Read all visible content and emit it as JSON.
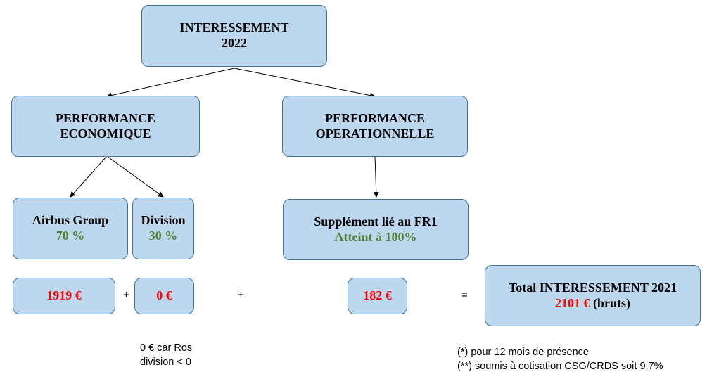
{
  "top": {
    "line1": "INTERESSEMENT",
    "line2": "2022"
  },
  "perf_eco": {
    "line1": "PERFORMANCE",
    "line2": "ECONOMIQUE"
  },
  "perf_op": {
    "line1": "PERFORMANCE",
    "line2": "OPERATIONNELLE"
  },
  "airbus": {
    "label": "Airbus Group",
    "pct": "70 %"
  },
  "division": {
    "label": "Division",
    "pct": "30 %"
  },
  "fr1": {
    "label": "Supplément lié au FR1",
    "status": "Atteint à 100%"
  },
  "amounts": {
    "airbus": "1919 €",
    "division": "0 €",
    "fr1": "182 €"
  },
  "operators": {
    "plus1": "+",
    "plus2": "+",
    "equals": "="
  },
  "total": {
    "label": "Total INTERESSEMENT 2021",
    "amount": "2101 €",
    "suffix": " (bruts)"
  },
  "notes": {
    "division_line1": "0 € car Ros",
    "division_line2": "division < 0",
    "footnote1": "(*) pour 12 mois de présence",
    "footnote2": "(**) soumis à cotisation CSG/CRDS soit 9,7%"
  },
  "colors": {
    "box_fill": "#bdd7ee",
    "box_border": "#41719c",
    "green": "#548235",
    "red": "#ff0000"
  }
}
